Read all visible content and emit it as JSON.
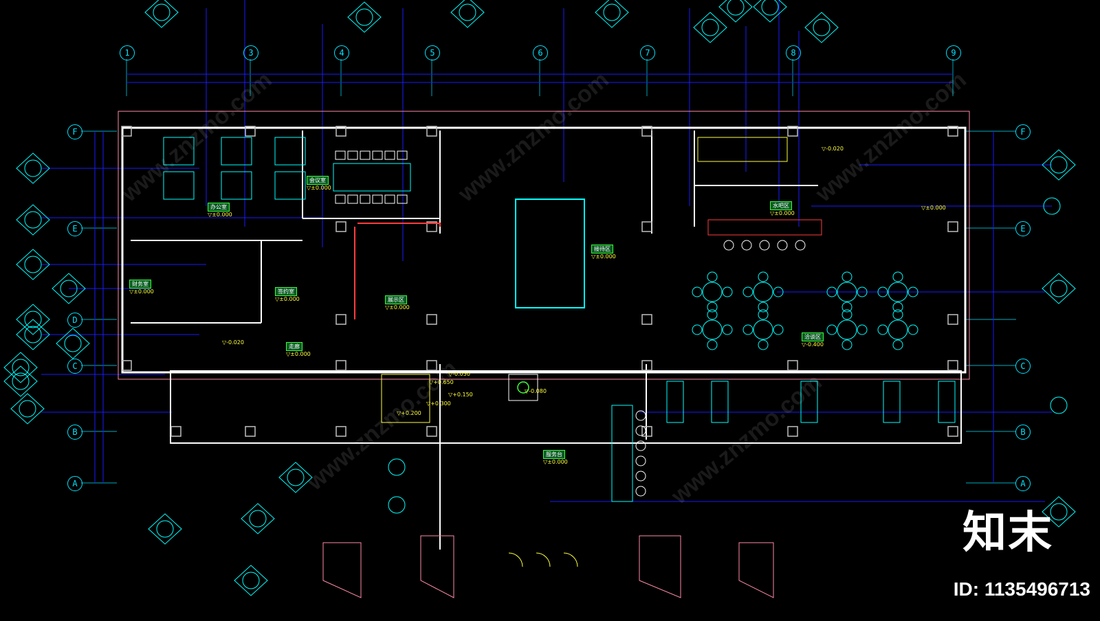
{
  "axes": {
    "vertical": [
      "1",
      "3",
      "4",
      "5",
      "6",
      "7",
      "8",
      "9"
    ],
    "horizontal": [
      "F",
      "E",
      "D",
      "C",
      "B",
      "A"
    ]
  },
  "rooms": [
    {
      "name": "办公室",
      "level": "▽±0.000"
    },
    {
      "name": "会议室",
      "level": "▽±0.000"
    },
    {
      "name": "展示区",
      "level": "▽±0.000"
    },
    {
      "name": "接待区",
      "level": "▽±0.000"
    },
    {
      "name": "水吧区",
      "level": "▽±0.000"
    },
    {
      "name": "洽谈区",
      "level": "▽-0.400"
    },
    {
      "name": "服务台",
      "level": "▽±0.000"
    },
    {
      "name": "财务室",
      "level": "▽±0.000"
    },
    {
      "name": "签约室",
      "level": "▽±0.000"
    },
    {
      "name": "走廊",
      "level": "▽±0.000"
    }
  ],
  "elevations": [
    "▽-0.020",
    "▽±0.000",
    "▽-0.050",
    "▽+0.150",
    "▽+0.300",
    "▽+0.200",
    "▽+0.650",
    "▽-0.080",
    "▽-0.020"
  ],
  "watermark": {
    "logo": "知末",
    "id": "ID: 1135496713",
    "url": "www.znzmo.com"
  },
  "colors": {
    "background": "#000000",
    "wall": "#ffffff",
    "axis": "#00e5ff",
    "dimension": "#1a1aff",
    "furniture": "#00ffff",
    "room_label": "#3cff3c",
    "accent_red": "#ff3c3c",
    "accent_yellow": "#ffff3c",
    "column_fill": "#c0c0c0",
    "pink": "#ff8aa8"
  }
}
